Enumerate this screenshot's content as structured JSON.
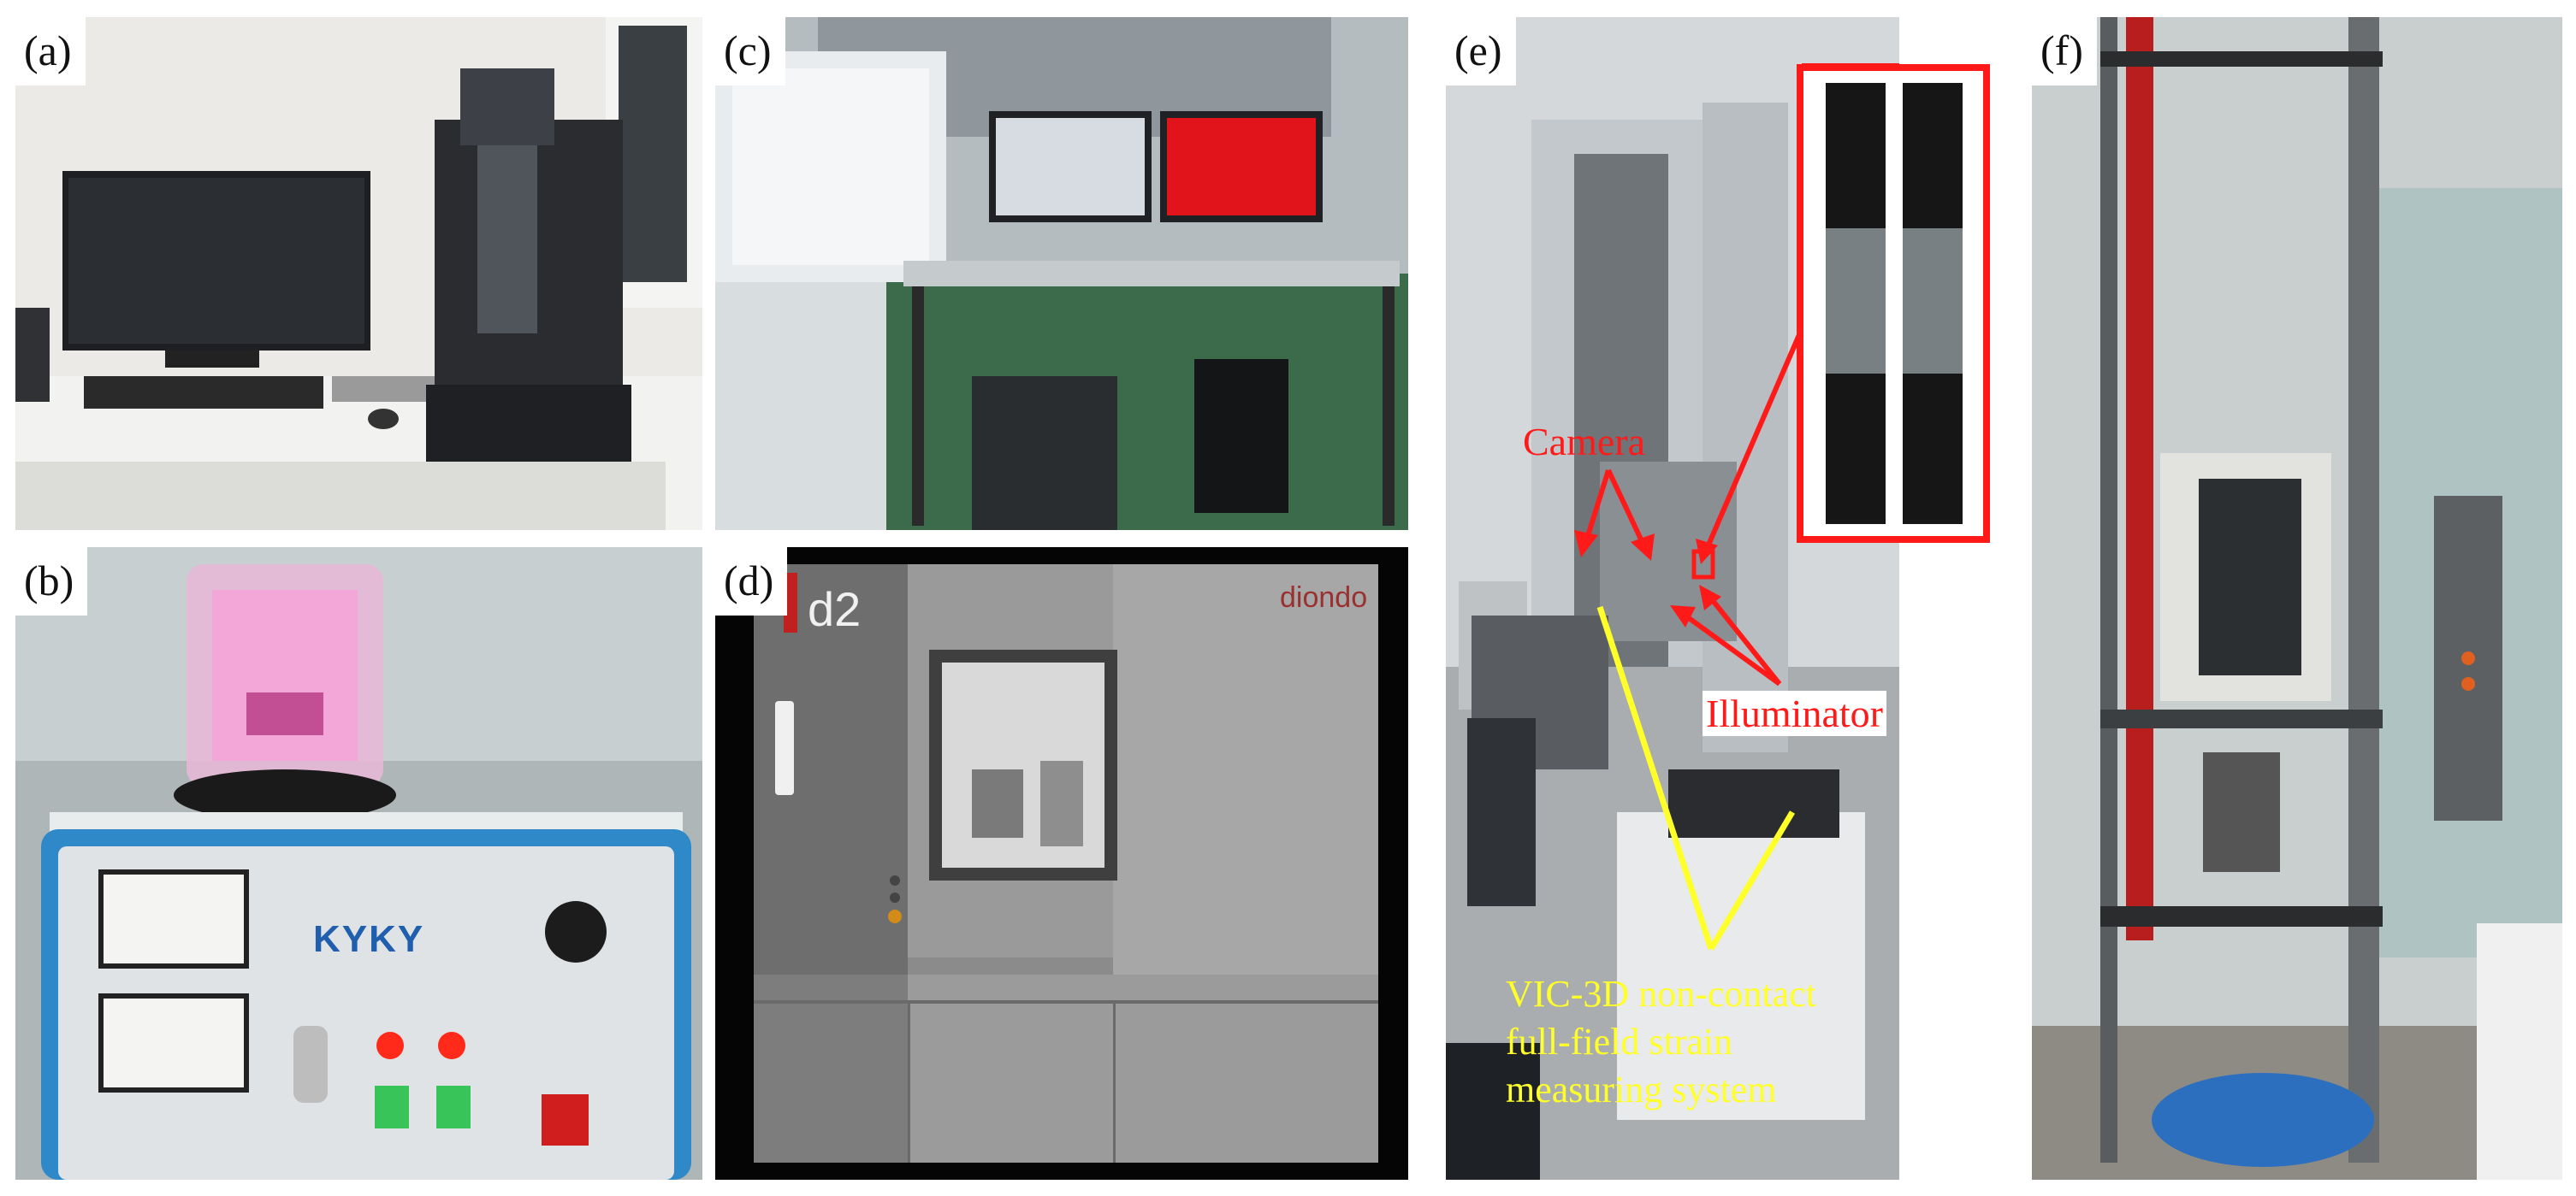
{
  "panels": {
    "a": {
      "label": "(a)"
    },
    "b": {
      "label": "(b)",
      "brand": "KYKY"
    },
    "c": {
      "label": "(c)"
    },
    "d": {
      "label": "(d)",
      "logo_mark": "d2",
      "logo_word": "diondo"
    },
    "e": {
      "label": "(e)",
      "camera_label": "Camera",
      "illuminator_label": "Illuminator",
      "system_lines": [
        "VIC-3D non-contact",
        "full-field strain",
        "measuring system"
      ]
    },
    "f": {
      "label": "(f)"
    }
  },
  "colors": {
    "annotation_red": "#ff1a1a",
    "annotation_yellow": "#ffff2a"
  }
}
